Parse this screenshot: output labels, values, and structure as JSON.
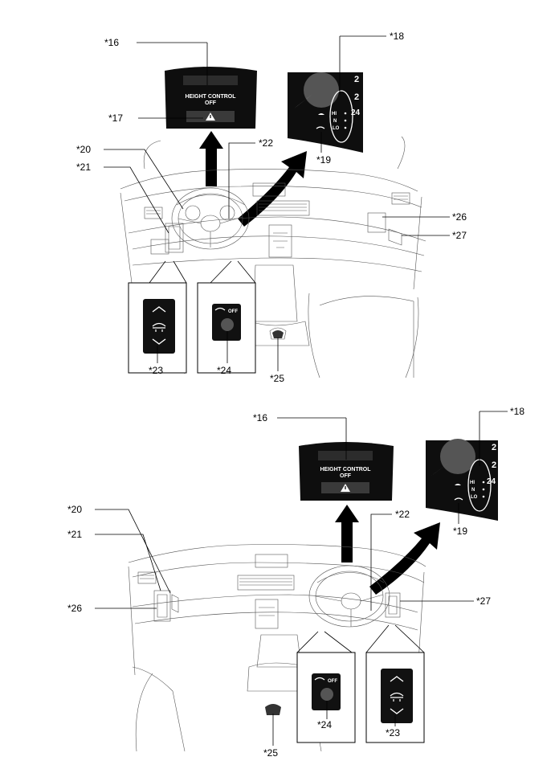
{
  "callouts": {
    "c16": "*16",
    "c17": "*17",
    "c18": "*18",
    "c19": "*19",
    "c20": "*20",
    "c21": "*21",
    "c22": "*22",
    "c23": "*23",
    "c24": "*24",
    "c25": "*25",
    "c26": "*26",
    "c27": "*27"
  },
  "display": {
    "line1": "HEIGHT CONTROL",
    "line2": "OFF"
  },
  "gauge": {
    "hi": "HI",
    "n": "N",
    "lo": "LO",
    "num_top": "2",
    "num_mid": "2",
    "num_24": "24"
  },
  "switch": {
    "off_label": "OFF"
  },
  "colors": {
    "ink": "#000000",
    "panel": "#111111"
  },
  "icons": [
    "warning-icon",
    "height-control-icon",
    "chevron-up-icon",
    "chevron-down-icon",
    "big-arrow-icon"
  ]
}
